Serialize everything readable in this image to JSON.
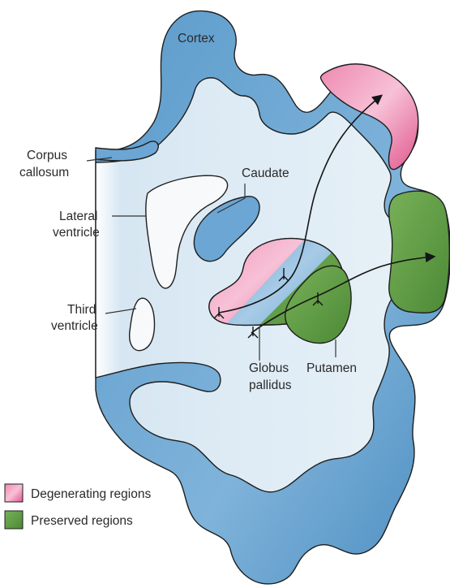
{
  "labels": {
    "cortex": "Cortex",
    "corpus_callosum_line1": "Corpus",
    "corpus_callosum_line2": "callosum",
    "caudate": "Caudate",
    "lateral_ventricle_line1": "Lateral",
    "lateral_ventricle_line2": "ventricle",
    "third_ventricle_line1": "Third",
    "third_ventricle_line2": "ventricle",
    "globus_pallidus_line1": "Globus",
    "globus_pallidus_line2": "pallidus",
    "putamen": "Putamen"
  },
  "legend": [
    {
      "label": "Degenerating regions",
      "color": "#e8719f"
    },
    {
      "label": "Preserved regions",
      "color": "#5f9e45"
    }
  ],
  "colors": {
    "cortex": "#5b9bcb",
    "white_matter": "#dbe9f3",
    "caudate": "#6ba6d4",
    "ventricle": "#f7f9fb",
    "degenerating": "#e8719f",
    "preserved": "#5f9e45"
  }
}
